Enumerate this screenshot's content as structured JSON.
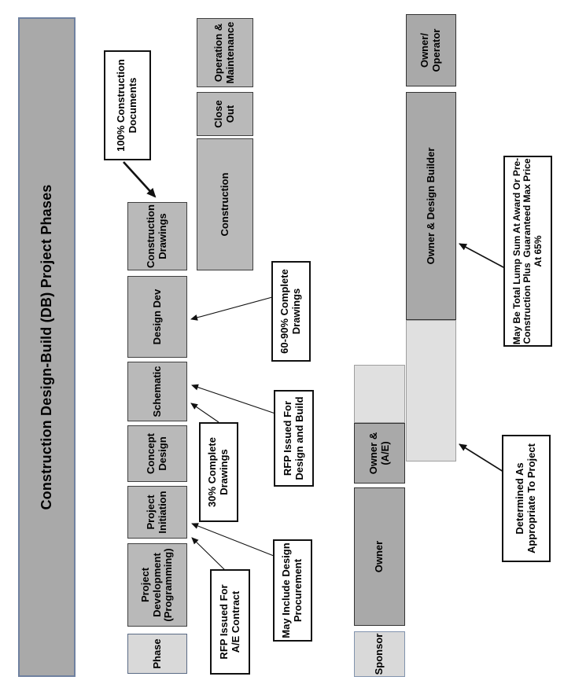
{
  "diagram": {
    "title": "Construction Design-Build (DB) Project Phases",
    "phases": [
      {
        "label": "Phase"
      },
      {
        "label": "Project\nDevelopment\n(Programming)"
      },
      {
        "label": "Project\nInitiation"
      },
      {
        "label": "Concept\nDesign"
      },
      {
        "label": "Schematic"
      },
      {
        "label": "Design Dev"
      },
      {
        "label": "Construction\nDrawings"
      },
      {
        "label": "Construction"
      },
      {
        "label": "Close\nOut"
      },
      {
        "label": "Operation &\nMaintenance"
      }
    ],
    "roles": [
      {
        "label": "Sponsor"
      },
      {
        "label": "Owner"
      },
      {
        "label": "Owner &\n(A/E)"
      },
      {
        "label": "Owner & Design Builder"
      },
      {
        "label": "Owner/\nOperator"
      }
    ],
    "callouts": [
      {
        "label": "100% Construction\nDocuments"
      },
      {
        "label": "RFP Issued For\nA/E Contract"
      },
      {
        "label": "May Include Design\nProcurement"
      },
      {
        "label": "30% Complete\nDrawings"
      },
      {
        "label": "RFP Issued For\nDesign and Build"
      },
      {
        "label": "60-90% Complete\nDrawings"
      },
      {
        "label": "Determined As\nAppropriate To Project"
      },
      {
        "label": "May Be Total Lump Sum At Award Or Pre-\nConstruction Plus  Guaranteed Max Price At 65%"
      }
    ],
    "colors": {
      "title_fill": "#a9a9a9",
      "title_border": "#6f81a0",
      "phase_fill": "#b9b9b9",
      "role_fill": "#a9a9a9",
      "pale_fill": "#d9d9d9",
      "light_fill": "#e0e0e0",
      "box_border": "#3f3f3f",
      "callout_border": "#111111",
      "arrow_color": "#111111"
    }
  }
}
